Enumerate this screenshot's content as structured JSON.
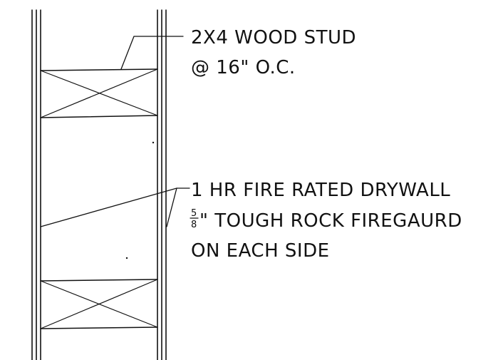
{
  "stud_note": {
    "line1": "2X4 WOOD STUD",
    "line2": "@ 16\" O.C."
  },
  "drywall_note": {
    "line1": "1 HR FIRE RATED DRYWALL",
    "fraction_numerator": "5",
    "fraction_denominator": "8",
    "line2_rest": "\" TOUGH ROCK FIREGAURD",
    "line3": "ON EACH SIDE"
  }
}
